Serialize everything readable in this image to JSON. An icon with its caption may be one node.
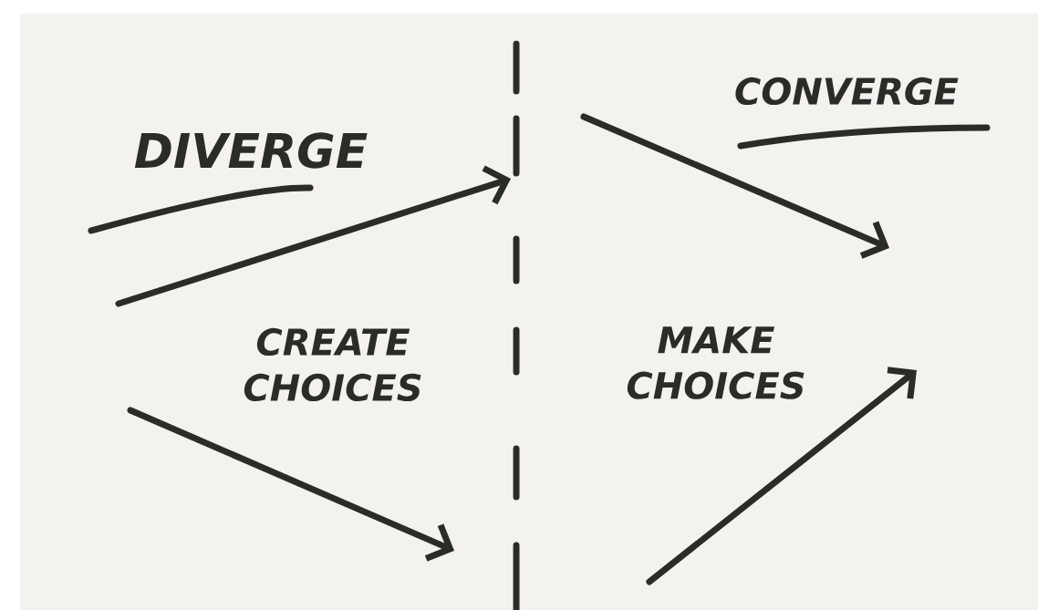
{
  "diagram": {
    "labels": [
      "DIVERGE",
      "CONVERGE",
      "CREATE CHOICES",
      "MAKE CHOICES"
    ]
  }
}
